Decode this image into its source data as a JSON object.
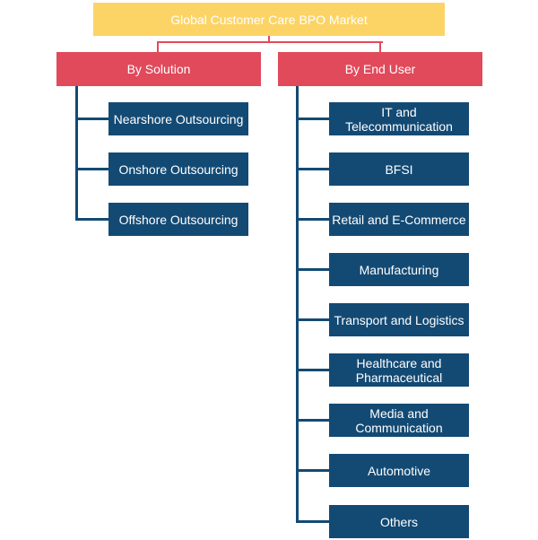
{
  "root": {
    "label": "Global Customer Care BPO Market"
  },
  "categories": [
    {
      "label": "By Solution",
      "items": [
        "Nearshore Outsourcing",
        "Onshore Outsourcing",
        "Offshore Outsourcing"
      ]
    },
    {
      "label": "By End User",
      "items": [
        "IT and Telecommunication",
        "BFSI",
        "Retail and E-Commerce",
        "Manufacturing",
        "Transport and Logistics",
        "Healthcare and Pharmaceutical",
        "Media and Communication",
        "Automotive",
        "Others"
      ]
    }
  ],
  "colors": {
    "root_fill": "#FCD466",
    "category_fill": "#E04A5B",
    "leaf_fill": "#134A74",
    "text": "#FFFFFF"
  }
}
